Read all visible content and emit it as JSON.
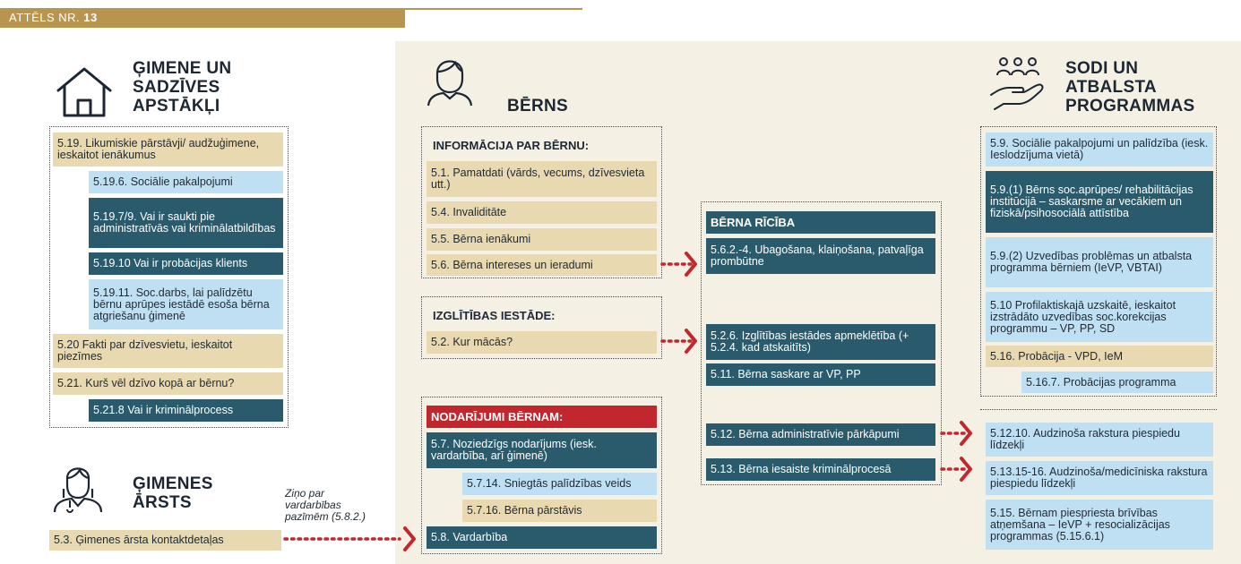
{
  "header": {
    "prefix": "ATTĒLS NR.",
    "number": "13"
  },
  "family": {
    "title": [
      "ĢIMENE UN",
      "SADZĪVES",
      "APSTĀKĻI"
    ],
    "boxes": [
      "5.19. Likumiskie pārstāvji/ audžuģimene, ieskaitot ienākumus",
      "5.19.6. Sociālie pakalpojumi",
      "5.19.7/9. Vai ir saukti pie administratīvās vai kriminālatbildības",
      "5.19.10 Vai ir probācijas klients",
      "5.19.11. Soc.darbs, lai palīdzētu bērnu aprūpes iestādē esoša bērna atgriešanu ģimenē",
      "5.20 Fakti par dzīvesvietu, ieskaitot piezīmes",
      "5.21. Kurš vēl dzīvo kopā ar bērnu?",
      "5.21.8 Vai ir kriminālprocess"
    ]
  },
  "doctor": {
    "title": [
      "ĢIMENES",
      "ĀRSTS"
    ],
    "box": "5.3. Ģimenes ārsta kontaktdetaļas",
    "note": "Ziņo par vardarbības pazīmēm (5.8.2.)"
  },
  "child": {
    "title": "BĒRNS",
    "info_header": "INFORMĀCIJA PAR BĒRNU:",
    "info": [
      "5.1. Pamatdati (vārds, vecums, dzīvesvieta utt.)",
      "5.4.  Invaliditāte",
      "5.5. Bērna ienākumi",
      "5.6.  Bērna intereses un ieradumi"
    ],
    "school_header": "IZGLĪTĪBAS IESTĀDE:",
    "school": [
      "5.2. Kur mācās?"
    ],
    "offences_header": "NODARĪJUMI BĒRNAM:",
    "offences": [
      "5.7. Noziedzīgs nodarījums (iesk. vardarbība, arī ģimenē)",
      "5.7.14. Sniegtās palīdzības veids",
      "5.7.16. Bērna pārstāvis",
      "5.8. Vardarbība"
    ]
  },
  "behaviour": {
    "header": "BĒRNA RĪCĪBA",
    "items": [
      "5.6.2.-4. Ubagošana, klaiņošana, patvaļīga prombūtne",
      "5.2.6. Izglītības iestādes apmeklētība (+ 5.2.4. kad atskaitīts)",
      "5.11. Bērna saskare ar VP, PP",
      "5.12. Bērna administratīvie pārkāpumi",
      "5.13. Bērna iesaiste kriminālprocesā"
    ]
  },
  "penalties": {
    "title": [
      "SODI UN",
      "ATBALSTA",
      "PROGRAMMAS"
    ],
    "items": [
      "5.9. Sociālie pakalpojumi un palīdzība (iesk. Ieslodzījuma vietā)",
      "5.9.(1) Bērns soc.aprūpes/ rehabilitācijas institūcijā – saskarsme ar vecākiem un fiziskā/psihosociālā attīstība",
      "5.9.(2) Uzvedības problēmas un atbalsta programma bērniem (IeVP, VBTAI)",
      "5.10 Profilaktiskajā uzskaitē, ieskaitot izstrādāto uzvedības soc.korekcijas programmu – VP, PP, SD",
      "5.16. Probācija - VPD, IeM",
      "5.16.7. Probācijas programma",
      "5.12.10. Audzinoša rakstura piespiedu līdzekļi",
      "5.13.15-16. Audzinoša/medicīniska rakstura piespiedu līdzekļi",
      "5.15. Bērnam piespriesta brīvības atņemšana – IeVP + resocializācijas programmas (5.15.6.1)"
    ]
  },
  "colors": {
    "tan": "#e8d9b0",
    "blue": "#bfe0f3",
    "teal": "#2a5b6d",
    "red": "#c3272e",
    "gold": "#b8954e",
    "panel": "#f4f0e3"
  }
}
